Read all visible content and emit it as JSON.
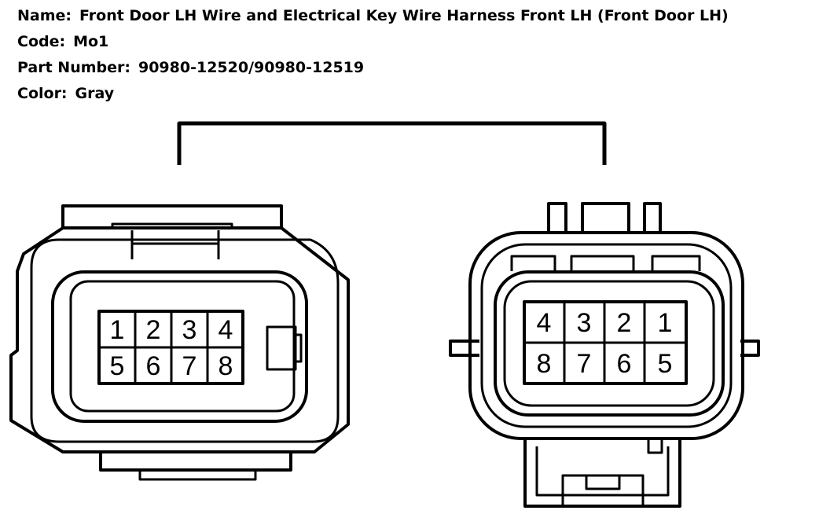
{
  "info": {
    "name_label": "Name:",
    "name_value": "Front Door LH Wire and Electrical Key Wire Harness Front LH (Front Door LH)",
    "code_label": "Code:",
    "code_value": "Mo1",
    "part_label": "Part Number:",
    "part_value": "90980-12520/90980-12519",
    "color_label": "Color:",
    "color_value": "Gray"
  },
  "left_connector": {
    "pins_top": [
      "1",
      "2",
      "3",
      "4"
    ],
    "pins_bottom": [
      "5",
      "6",
      "7",
      "8"
    ]
  },
  "right_connector": {
    "pins_top": [
      "4",
      "3",
      "2",
      "1"
    ],
    "pins_bottom": [
      "8",
      "7",
      "6",
      "5"
    ]
  },
  "colors": {
    "line": "#000000",
    "background": "#ffffff"
  }
}
